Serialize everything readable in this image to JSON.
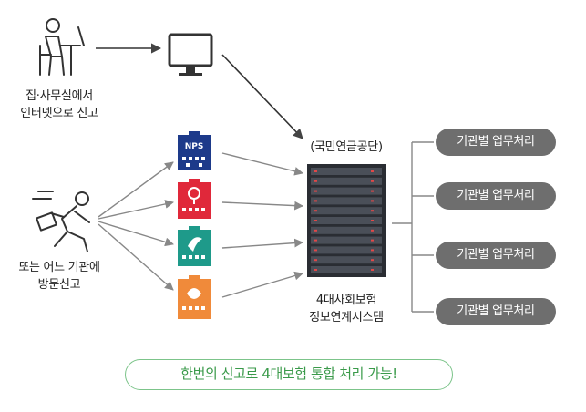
{
  "reporters": {
    "online_label_line1": "집·사무실에서",
    "online_label_line2": "인터넷으로 신고",
    "visit_label_line1": "또는 어느 기관에",
    "visit_label_line2": "방문신고"
  },
  "agencies": {
    "nps_logo_text": "NPS",
    "colors": [
      "#1d3a8a",
      "#e0283a",
      "#1e9a8a",
      "#f08a3a"
    ]
  },
  "center": {
    "top_label": "(국민연금공단)",
    "bottom_label_line1": "4대사회보험",
    "bottom_label_line2": "정보연계시스템"
  },
  "outputs": [
    {
      "label": "기관별 업무처리"
    },
    {
      "label": "기관별 업무처리"
    },
    {
      "label": "기관별 업무처리"
    },
    {
      "label": "기관별 업무처리"
    }
  ],
  "banner": {
    "text": "한번의 신고로 4대보험 통합 처리 가능!"
  }
}
